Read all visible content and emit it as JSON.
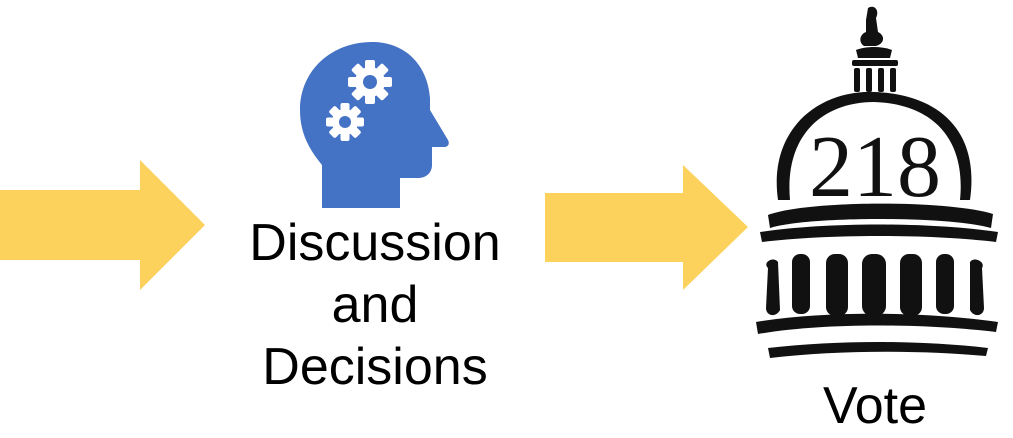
{
  "steps": {
    "discussion": {
      "line1": "Discussion",
      "line2": "and",
      "line3": "Decisions",
      "icon": "head-gears-icon"
    },
    "vote": {
      "label": "Vote",
      "logo_number": "218",
      "icon": "capitol-dome-icon"
    }
  },
  "colors": {
    "arrow": "#FCD25C",
    "head_icon": "#4472C4",
    "text": "#000000"
  }
}
